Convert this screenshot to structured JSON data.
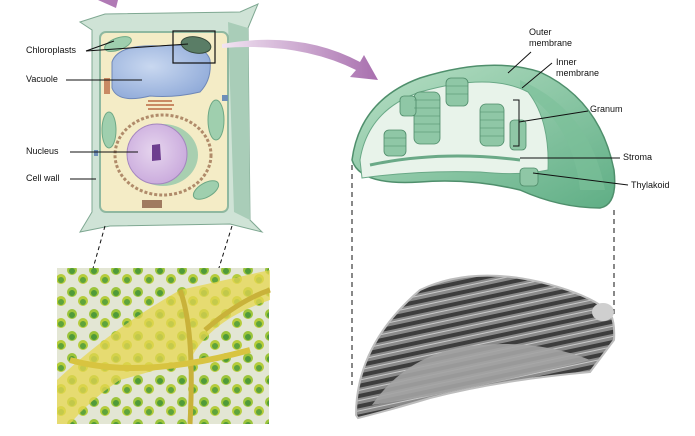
{
  "cell_labels": {
    "chloroplasts": "Chloroplasts",
    "vacuole": "Vacuole",
    "nucleus": "Nucleus",
    "cell_wall": "Cell wall"
  },
  "chloroplast_labels": {
    "outer_membrane_line1": "Outer",
    "outer_membrane_line2": "membrane",
    "inner_membrane_line1": "Inner",
    "inner_membrane_line2": "membrane",
    "granum": "Granum",
    "stroma": "Stroma",
    "thylakoid": "Thylakoid"
  },
  "panels": {
    "plant_cell": "plant-cell-illustration",
    "micrograph_light": "light-micrograph-of-chloroplasts-in-leaf-cells",
    "chloroplast_3d": "chloroplast-cutaway-illustration",
    "micrograph_em": "electron-micrograph-of-chloroplast"
  },
  "colors": {
    "cell_wall": "#cfe3d6",
    "cytoplasm": "#f4ecc6",
    "vacuole": "#a9bfe3",
    "nucleus": "#d9c3e6",
    "chloroplast": "#8fc9a7",
    "arrow": "#b07ab5",
    "micrograph_yellow": "#e8d64a",
    "micrograph_green": "#6ea83a"
  }
}
